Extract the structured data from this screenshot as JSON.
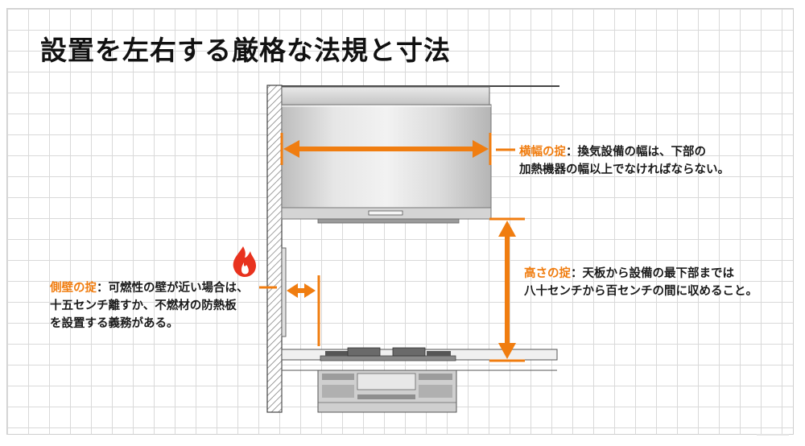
{
  "title": "設置を左右する厳格な法規と寸法",
  "notes": {
    "width": {
      "label": "横幅の掟",
      "text_line1": "：換気設備の幅は、下部の",
      "text_line2": "加熱機器の幅以上でなければならない。"
    },
    "height": {
      "label": "高さの掟",
      "text_line1": "：天板から設備の最下部までは",
      "text_line2": "八十センチから百センチの間に収めること。"
    },
    "side": {
      "label": "側壁の掟",
      "text_line1": "：可燃性の壁が近い場合は、",
      "text_line2": "十五センチ離すか、不燃材の防熱板",
      "text_line3": "を設置する義務がある。"
    }
  },
  "colors": {
    "accent": "#f07d10",
    "flame": "#e8321e",
    "steel": "#c9c9c9",
    "line": "#333333"
  },
  "icons": {
    "fire": "fire-icon"
  }
}
